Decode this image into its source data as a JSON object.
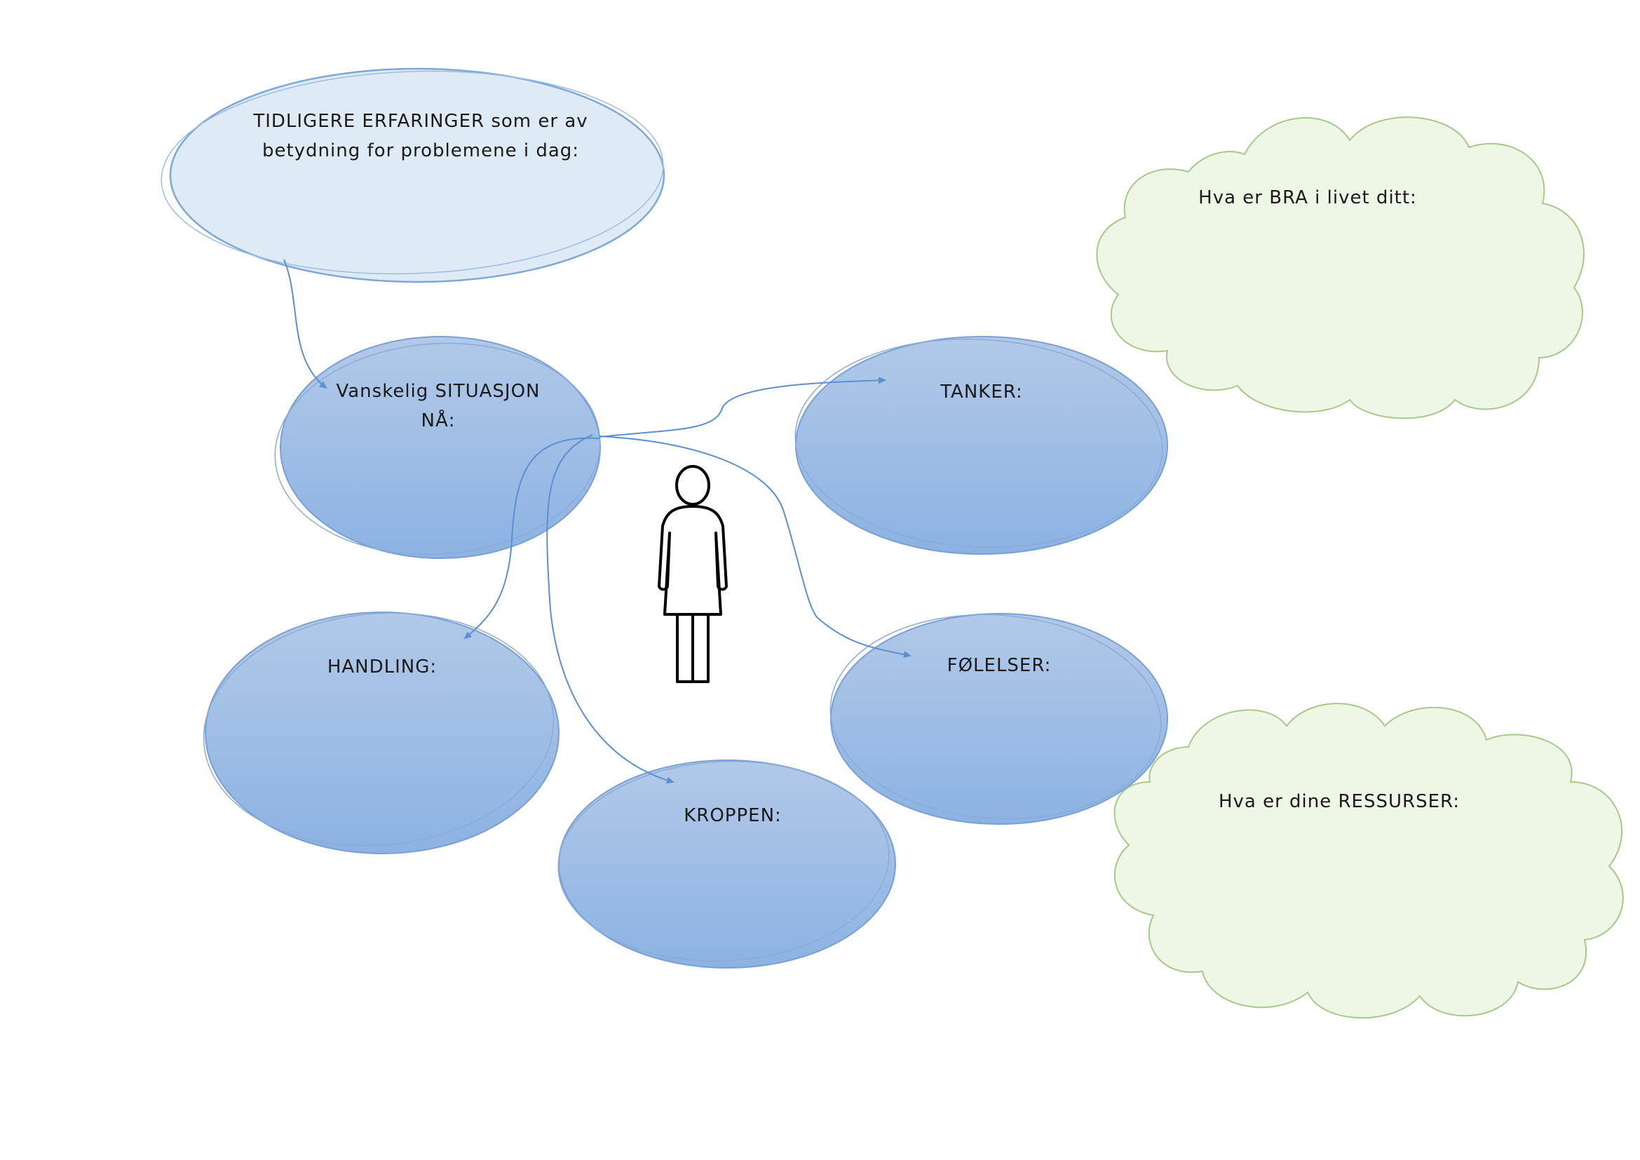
{
  "colors": {
    "bubble_fill": "#deebf7",
    "bubble_stroke": "#7ea6d6",
    "node_fill_top": "#b2c9e8",
    "node_fill_bottom": "#8cb2e3",
    "node_stroke": "#7a9fd2",
    "arrow": "#5b8fd0",
    "cloud_fill": "#eef6e5",
    "cloud_stroke": "#a6c98a",
    "figure": "#000000"
  },
  "nodes": {
    "past": {
      "label": "TIDLIGERE ERFARINGER som er av\nbetydning for problemene i dag:"
    },
    "situation": {
      "label": "Vanskelig SITUASJON\nNÅ:"
    },
    "thoughts": {
      "label": "TANKER:"
    },
    "action": {
      "label": "HANDLING:"
    },
    "feelings": {
      "label": "FØLELSER:"
    },
    "body": {
      "label": "KROPPEN:"
    }
  },
  "clouds": {
    "good": {
      "label": "Hva er BRA i livet ditt:"
    },
    "resources": {
      "label": "Hva er dine RESSURSER:"
    }
  },
  "figure": {
    "icon": "person-icon"
  }
}
